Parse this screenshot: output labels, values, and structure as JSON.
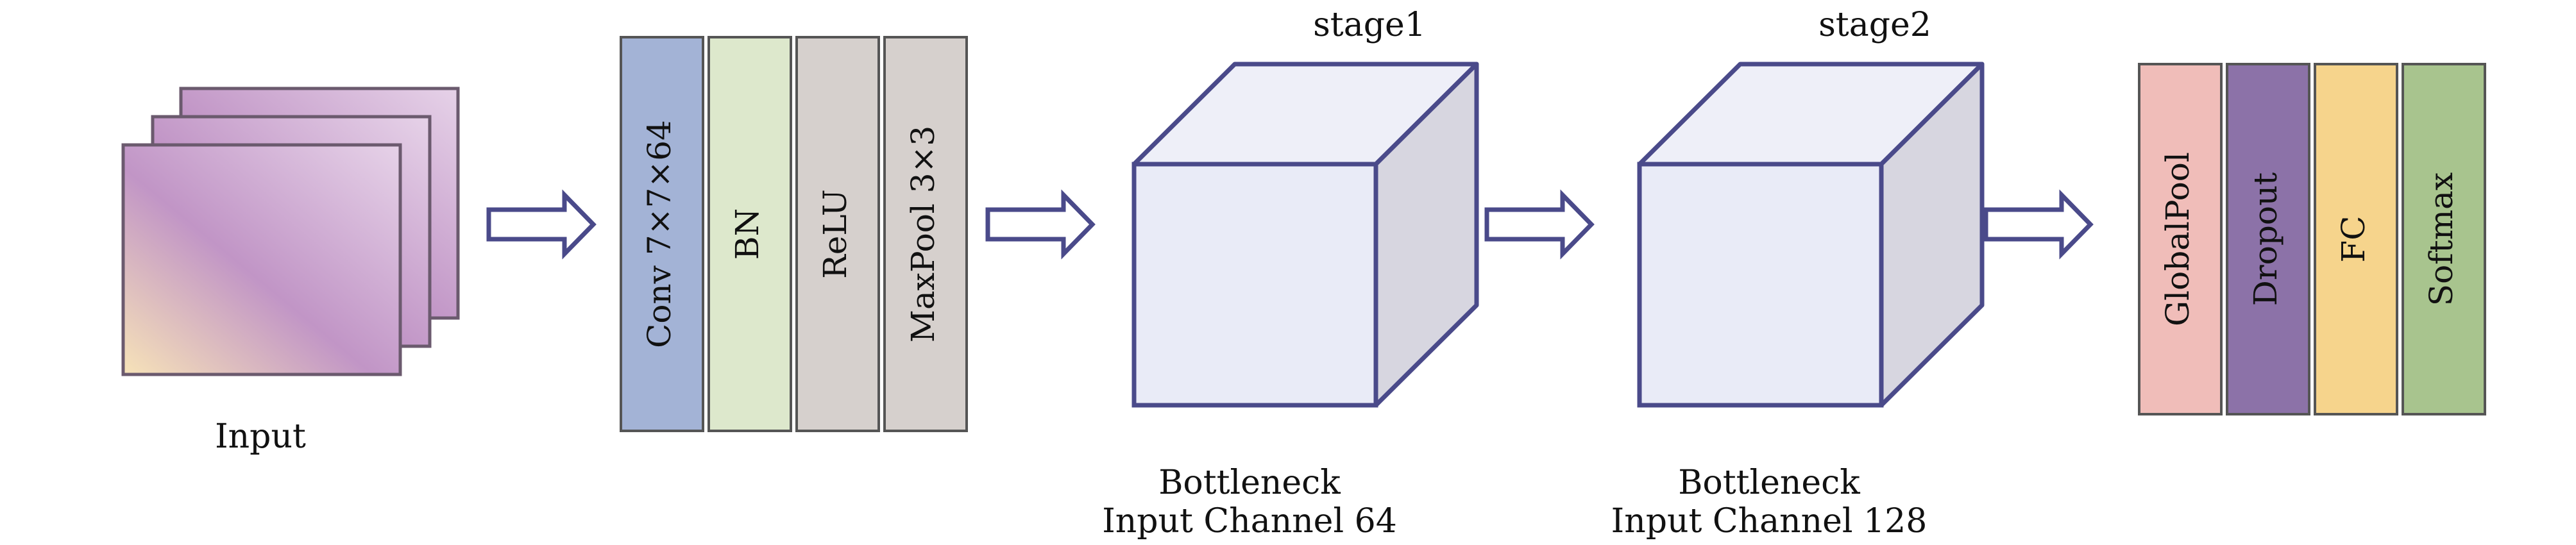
{
  "input": {
    "label": "Input"
  },
  "stem": {
    "layers": [
      {
        "label": "Conv 7×7×64",
        "color": "#a3b3d6"
      },
      {
        "label": "BN",
        "color": "#dde8cc"
      },
      {
        "label": "ReLU",
        "color": "#d6d0cd"
      },
      {
        "label": "MaxPool 3×3",
        "color": "#d6d0cd"
      }
    ]
  },
  "stages": [
    {
      "title": "stage1",
      "caption_line1": "Bottleneck",
      "caption_line2": "Input Channel 64"
    },
    {
      "title": "stage2",
      "caption_line1": "Bottleneck",
      "caption_line2": "Input Channel 128"
    }
  ],
  "head": {
    "layers": [
      {
        "label": "GlobalPool",
        "color": "#f0bdb9",
        "text_color": "#111111"
      },
      {
        "label": "Dropout",
        "color": "#8c72a8",
        "text_color": "#ffffff"
      },
      {
        "label": "FC",
        "color": "#f6d48c",
        "text_color": "#111111"
      },
      {
        "label": "Softmax",
        "color": "#a8c48e",
        "text_color": "#111111"
      }
    ]
  },
  "colors": {
    "outline": "#4a4a8a",
    "cube_front": "#e9ebf7",
    "cube_top": "#eeeff8",
    "cube_side": "#d7d6e0",
    "frame_stroke": "#6b5a6e"
  }
}
